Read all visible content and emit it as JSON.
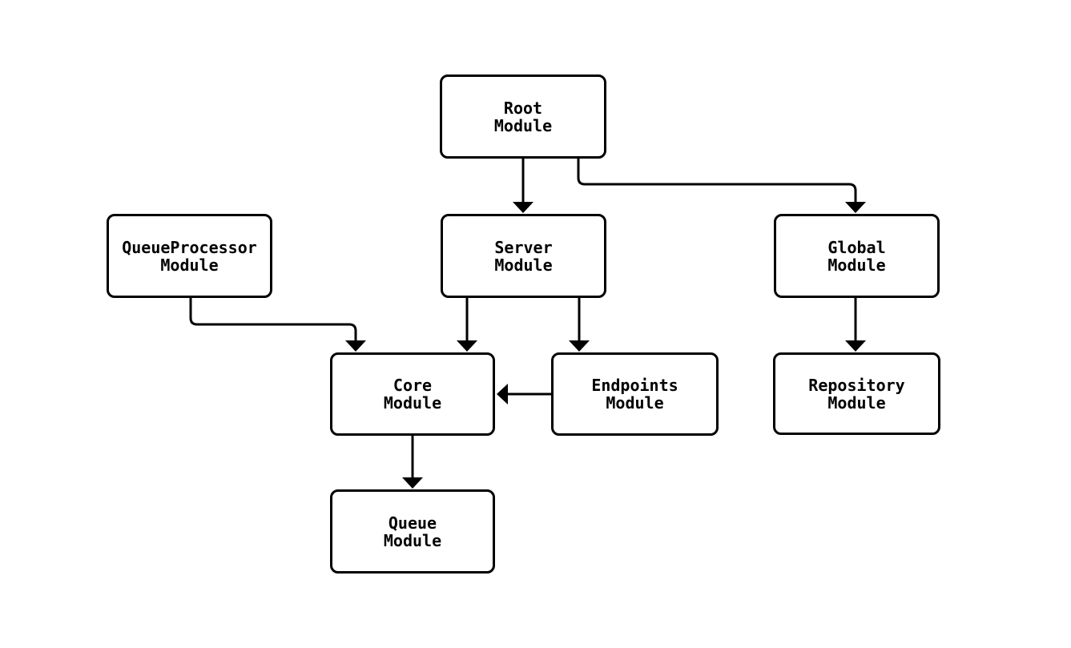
{
  "diagram": {
    "type": "flowchart",
    "background_color": "#ffffff",
    "stroke_color": "#000000",
    "node_fill_color": "#ffffff",
    "text_color": "#000000",
    "nodes": {
      "root": {
        "label": "Root\nModule"
      },
      "queueprocessor": {
        "label": "QueueProcessor\nModule"
      },
      "server": {
        "label": "Server\nModule"
      },
      "global": {
        "label": "Global\nModule"
      },
      "core": {
        "label": "Core\nModule"
      },
      "endpoints": {
        "label": "Endpoints\nModule"
      },
      "repository": {
        "label": "Repository\nModule"
      },
      "queue": {
        "label": "Queue\nModule"
      }
    },
    "edges": [
      {
        "from": "Root Module",
        "to": "Server Module"
      },
      {
        "from": "Root Module",
        "to": "Global Module"
      },
      {
        "from": "QueueProcessor Module",
        "to": "Core Module"
      },
      {
        "from": "Server Module",
        "to": "Core Module"
      },
      {
        "from": "Server Module",
        "to": "Endpoints Module"
      },
      {
        "from": "Endpoints Module",
        "to": "Core Module"
      },
      {
        "from": "Global Module",
        "to": "Repository Module"
      },
      {
        "from": "Core Module",
        "to": "Queue Module"
      }
    ]
  }
}
